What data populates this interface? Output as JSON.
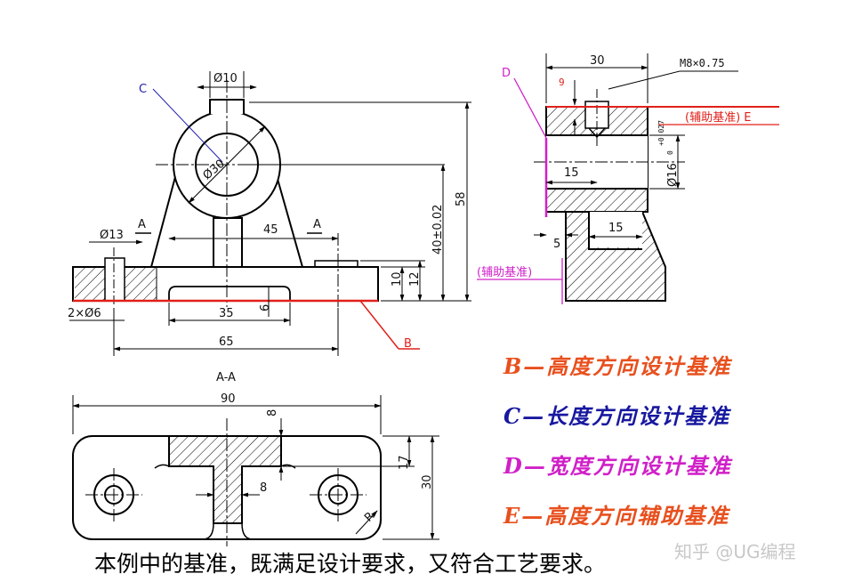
{
  "front_view": {
    "label_C": "C",
    "dim_phi10": "Ø10",
    "dim_phi30": "Ø30",
    "dim_phi13": "Ø13",
    "dim_2x_phi6": "2×Ø6",
    "dim_45": "45",
    "dim_35": "35",
    "dim_65": "65",
    "dim_6": "6",
    "dim_10": "10",
    "dim_12": "12",
    "dim_40": "40±0.02",
    "dim_58": "58",
    "section_mark_left": "A",
    "section_mark_right": "A",
    "label_B": "B"
  },
  "side_view": {
    "label_D": "D",
    "dim_30": "30",
    "thread": "M8×0.75",
    "dim_9": "9",
    "aux_datum_E": "(辅助基准) E",
    "dim_15a": "15",
    "dim_phi16": "Ø16",
    "tol_upper": "+0.027",
    "tol_lower": "0",
    "dim_5": "5",
    "dim_15b": "15",
    "aux_datum": "(辅助基准)"
  },
  "top_view": {
    "title": "A-A",
    "dim_90": "90",
    "dim_8a": "8",
    "dim_8b": "8",
    "dim_17": "17",
    "dim_30": "30",
    "radius": "R"
  },
  "legend": [
    {
      "letter": "B",
      "dash": "—",
      "text": "高度方向设计基准",
      "color": "#e8501e"
    },
    {
      "letter": "C",
      "dash": "—",
      "text": "长度方向设计基准",
      "color": "#1818a0"
    },
    {
      "letter": "D",
      "dash": "—",
      "text": "宽度方向设计基准",
      "color": "#d020c8"
    },
    {
      "letter": "E",
      "dash": "—",
      "text": "高度方向辅助基准",
      "color": "#e8501e"
    }
  ],
  "caption": "本例中的基准，既满足设计要求，又符合工艺要求。",
  "watermark": "知乎 @UG编程"
}
